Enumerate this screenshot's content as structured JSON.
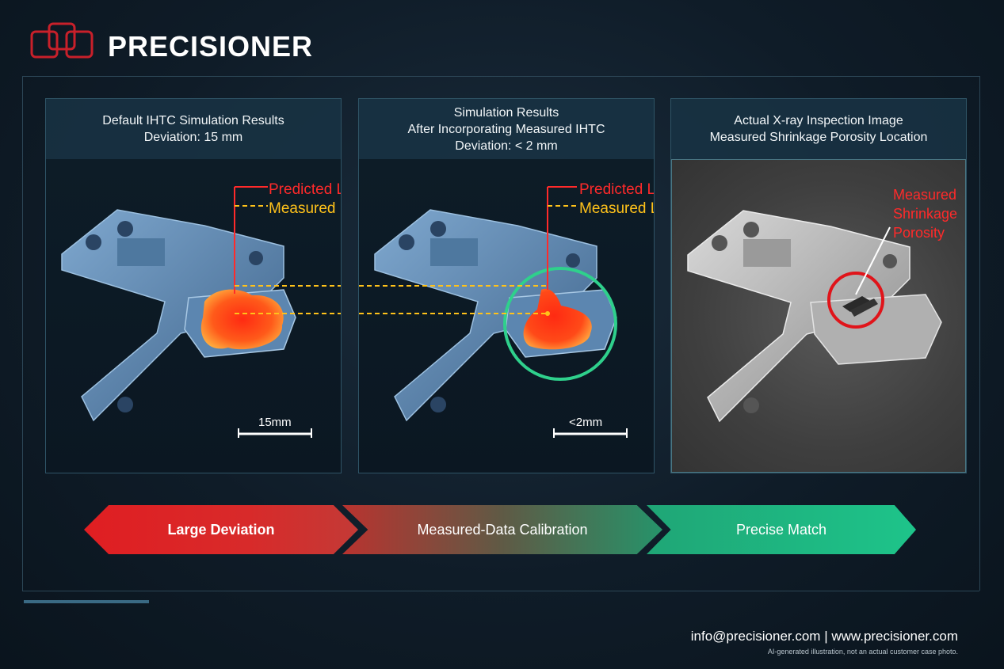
{
  "brand": {
    "name": "PRECISIONER"
  },
  "panels": [
    {
      "title_line1": "Default IHTC Simulation Results",
      "title_line2": "Deviation: 15 mm",
      "title_line3": "",
      "predicted_label": "Predicted Location",
      "measured_label": "Measured Location",
      "scale_label": "15mm"
    },
    {
      "title_line1": "Simulation Results",
      "title_line2": "After Incorporating Measured IHTC",
      "title_line3": "Deviation: < 2 mm",
      "predicted_label": "Predicted Location",
      "measured_label": "Measured Location",
      "scale_label": "<2mm"
    },
    {
      "title_line1": "Actual X-ray Inspection Image",
      "title_line2": "Measured Shrinkage Porosity Location",
      "title_line3": "",
      "porosity_line1": "Measured",
      "porosity_line2": "Shrinkage",
      "porosity_line3": "Porosity"
    }
  ],
  "arrows": [
    {
      "label": "Large Deviation"
    },
    {
      "label": "Measured-Data Calibration"
    },
    {
      "label": "Precise Match"
    }
  ],
  "footer": {
    "contact": "info@precisioner.com | www.precisioner.com",
    "disclaimer": "AI-generated illustration, not an actual customer case photo."
  },
  "colors": {
    "predicted": "#ff2a2a",
    "measured": "#ffc21a",
    "match_circle": "#2fd08c",
    "xray_circle": "#e0141a"
  },
  "icons": [
    "brand-logo-icon"
  ]
}
